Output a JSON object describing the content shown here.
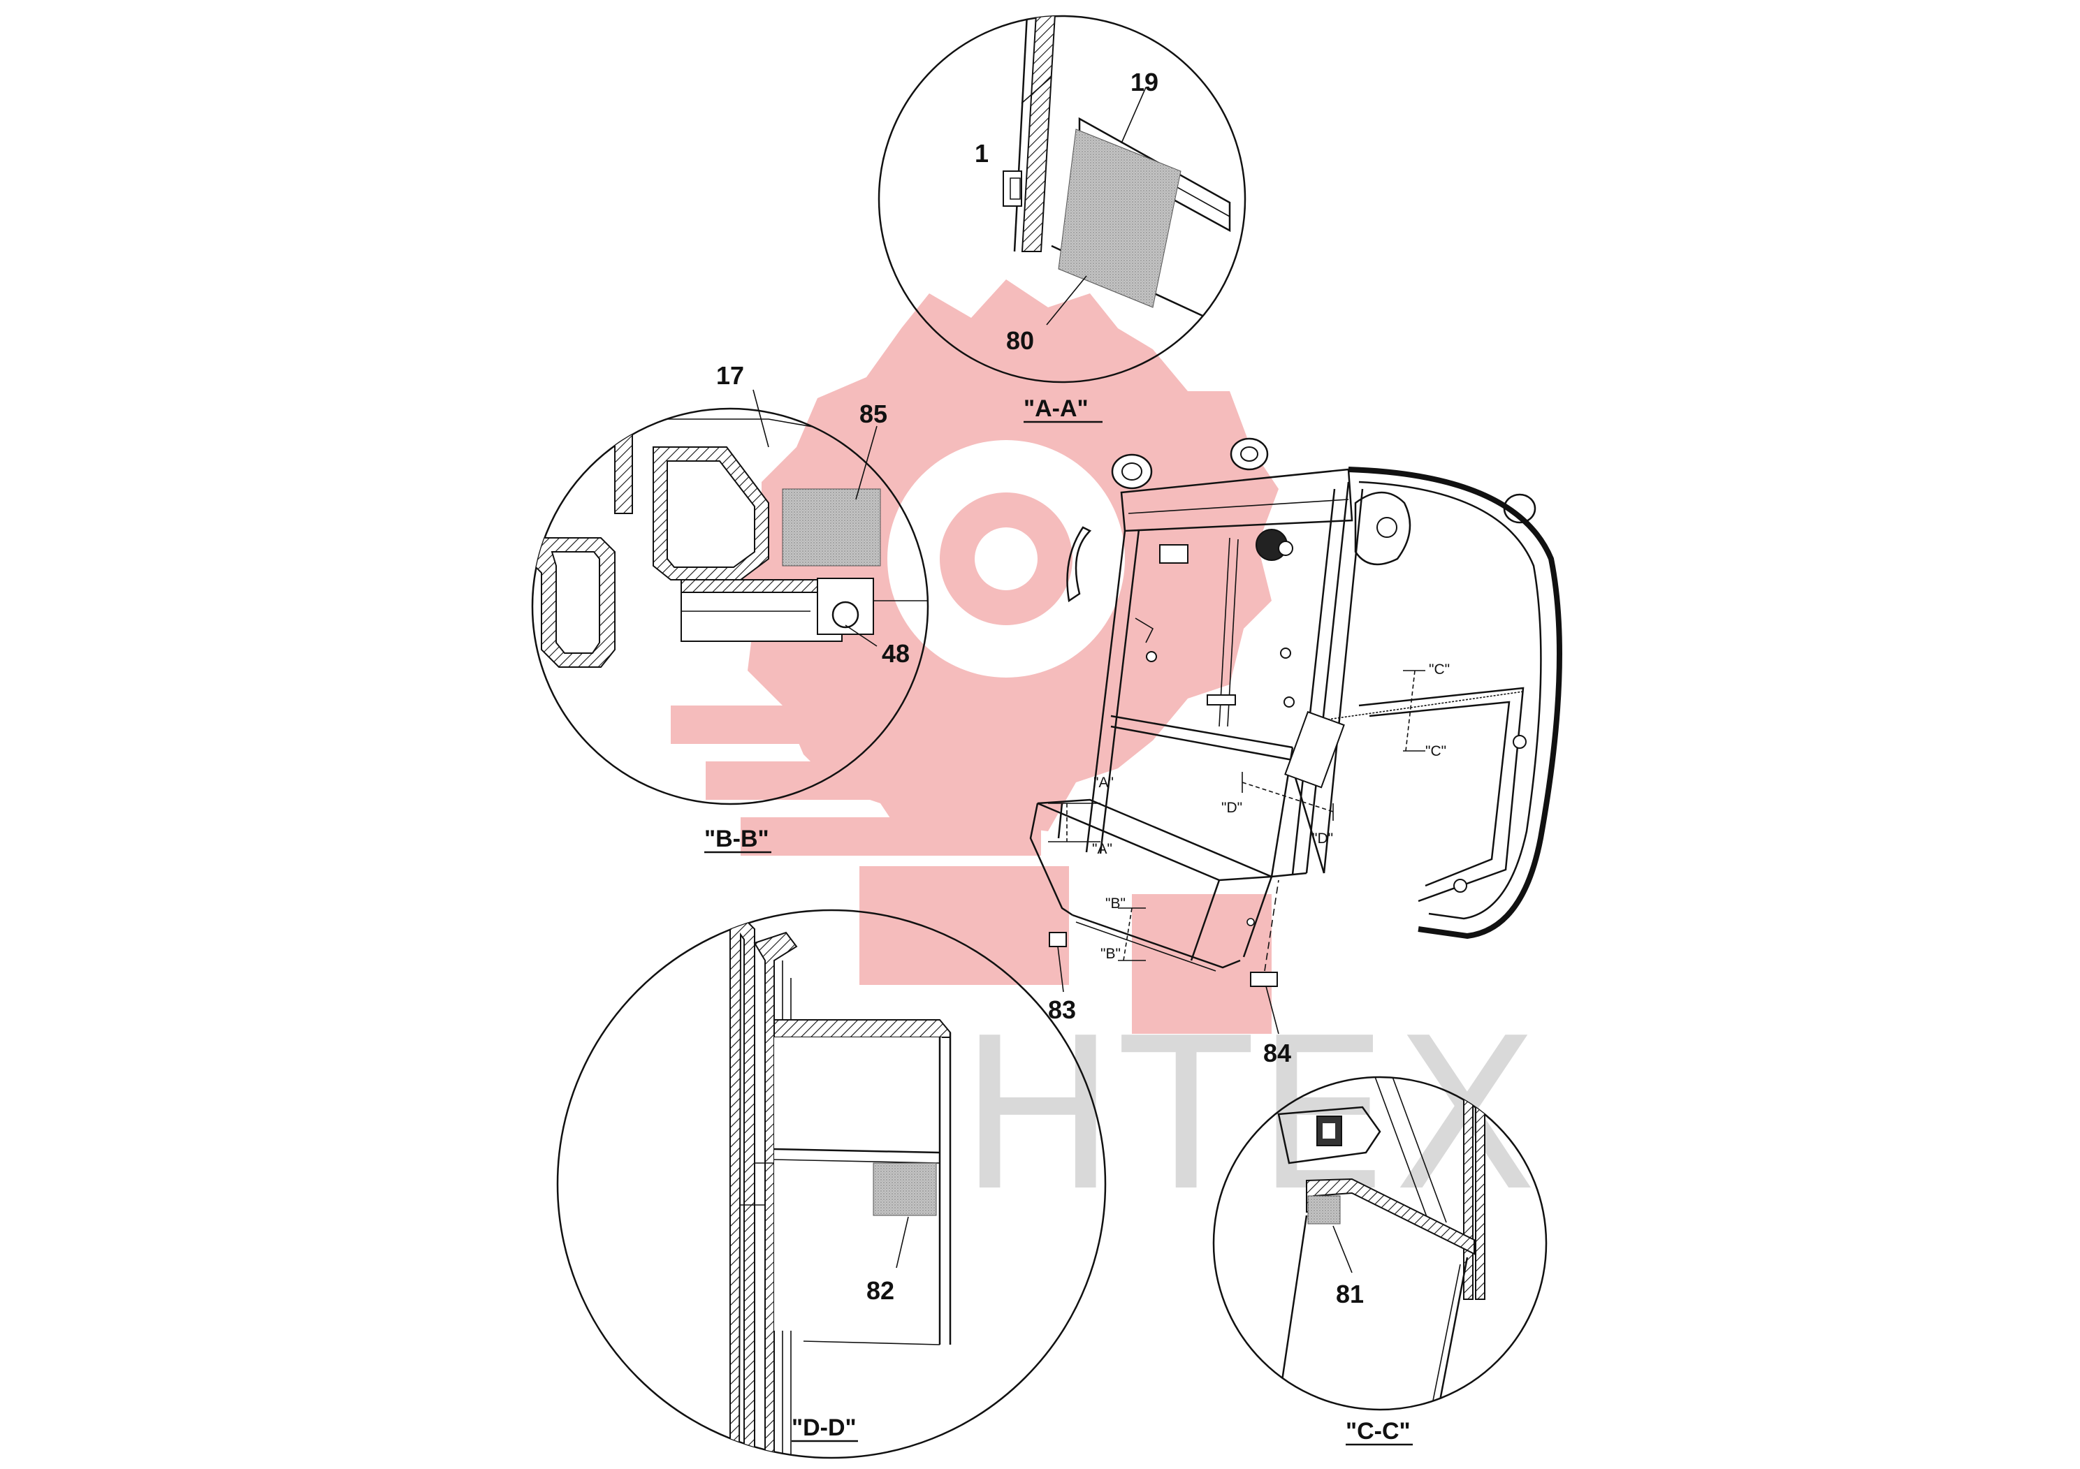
{
  "watermark": {
    "text": "ИНТЕХ"
  },
  "colors": {
    "logo": "#f4b5b5",
    "watermark_text": "#d9d9d9",
    "line": "#111111"
  },
  "sections": {
    "a": {
      "title": "\"A-A\"",
      "labels": [
        "1",
        "19",
        "80"
      ]
    },
    "b": {
      "title": "\"B-B\"",
      "labels": [
        "17",
        "85",
        "48"
      ]
    },
    "d": {
      "title": "\"D-D\"",
      "labels": [
        "82"
      ]
    },
    "c": {
      "title": "\"C-C\"",
      "labels": [
        "81"
      ]
    }
  },
  "main_view": {
    "part_labels": [
      "83",
      "84"
    ],
    "markers": {
      "a_top": "\"A\"",
      "a_bottom": "\"A\"",
      "b_top": "\"B\"",
      "b_bottom": "\"B\"",
      "c_top": "\"C\"",
      "c_bottom": "\"C\"",
      "d_left": "\"D\"",
      "d_right": "\"D\""
    }
  }
}
